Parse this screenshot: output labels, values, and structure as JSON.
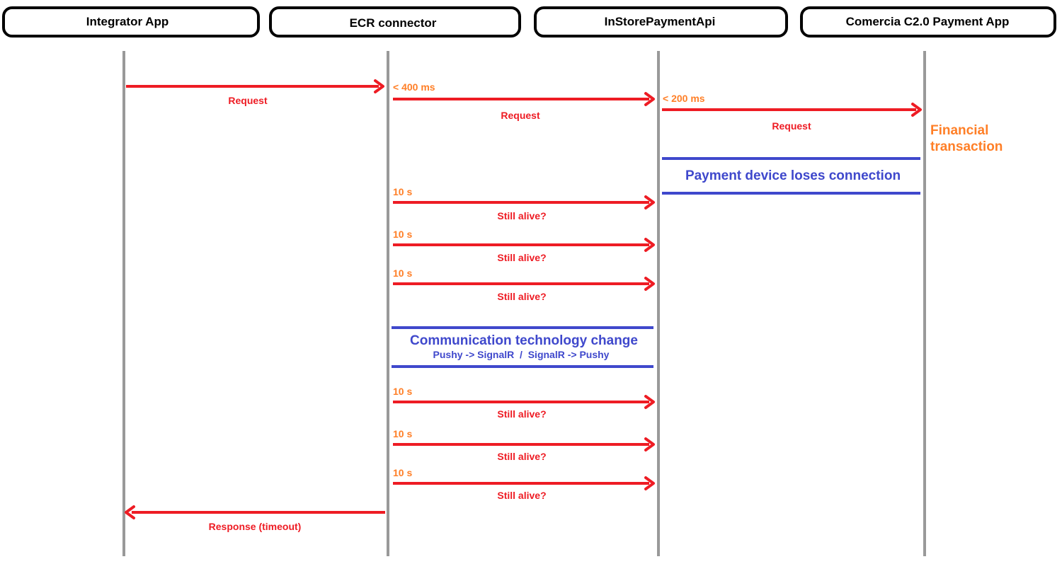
{
  "actors": [
    {
      "name": "Integrator App"
    },
    {
      "name": "ECR connector"
    },
    {
      "name": "InStorePaymentApi"
    },
    {
      "name": "Comercia C2.0 Payment App"
    }
  ],
  "messages": [
    {
      "from": 0,
      "to": 1,
      "label": "Request",
      "timing": ""
    },
    {
      "from": 1,
      "to": 2,
      "label": "Request",
      "timing": "< 400 ms"
    },
    {
      "from": 2,
      "to": 3,
      "label": "Request",
      "timing": "< 200 ms"
    },
    {
      "from": 1,
      "to": 2,
      "label": "Still alive?",
      "timing": "10 s"
    },
    {
      "from": 1,
      "to": 2,
      "label": "Still alive?",
      "timing": "10 s"
    },
    {
      "from": 1,
      "to": 2,
      "label": "Still alive?",
      "timing": "10 s"
    },
    {
      "from": 1,
      "to": 2,
      "label": "Still alive?",
      "timing": "10 s"
    },
    {
      "from": 1,
      "to": 2,
      "label": "Still alive?",
      "timing": "10 s"
    },
    {
      "from": 1,
      "to": 2,
      "label": "Still alive?",
      "timing": "10 s"
    },
    {
      "from": 1,
      "to": 0,
      "label": "Response (timeout)",
      "timing": ""
    }
  ],
  "events": [
    {
      "title": "Payment device loses connection",
      "subtitle": "",
      "from": 2,
      "to": 3
    },
    {
      "title": "Communication technology change",
      "subtitle": "Pushy -> SignalR  /  SignalR -> Pushy",
      "from": 1,
      "to": 2
    }
  ],
  "notes": [
    {
      "lines": [
        "Financial",
        "transaction"
      ],
      "actor": 3
    }
  ],
  "colors": {
    "message": "#ee1c24",
    "timing": "#ff7f27",
    "event": "#3f48cc",
    "lifeline": "#999999",
    "box_border": "#000000"
  }
}
